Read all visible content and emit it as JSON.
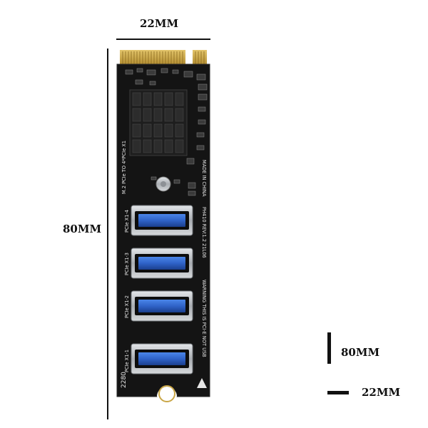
{
  "dimensions": {
    "width_label": "22MM",
    "height_label": "80MM",
    "legend_height_label": "80MM",
    "legend_width_label": "22MM"
  },
  "board": {
    "silkscreen_left": "M.2 PCIe TO 4*PCIe X1",
    "silkscreen_right_top": "MADE IN CHINA",
    "silkscreen_right_mid": "PH410   REV:1.2   21L06",
    "silkscreen_right_bottom": "WARNING THIS IS PCI-E NOT USB",
    "ports": [
      {
        "label": "PCIe X1-4"
      },
      {
        "label": "PCIe X1-3"
      },
      {
        "label": "PCIe X1-2"
      },
      {
        "label": "PCIe X1-1"
      }
    ],
    "corner_mark": "2280",
    "colors": {
      "pcb": "#141414",
      "gold_fingers": "#c9a646",
      "usb_blue": "#2f63c8",
      "heatsink": "#1e1e1e",
      "metal": "#bfc3c7"
    }
  }
}
